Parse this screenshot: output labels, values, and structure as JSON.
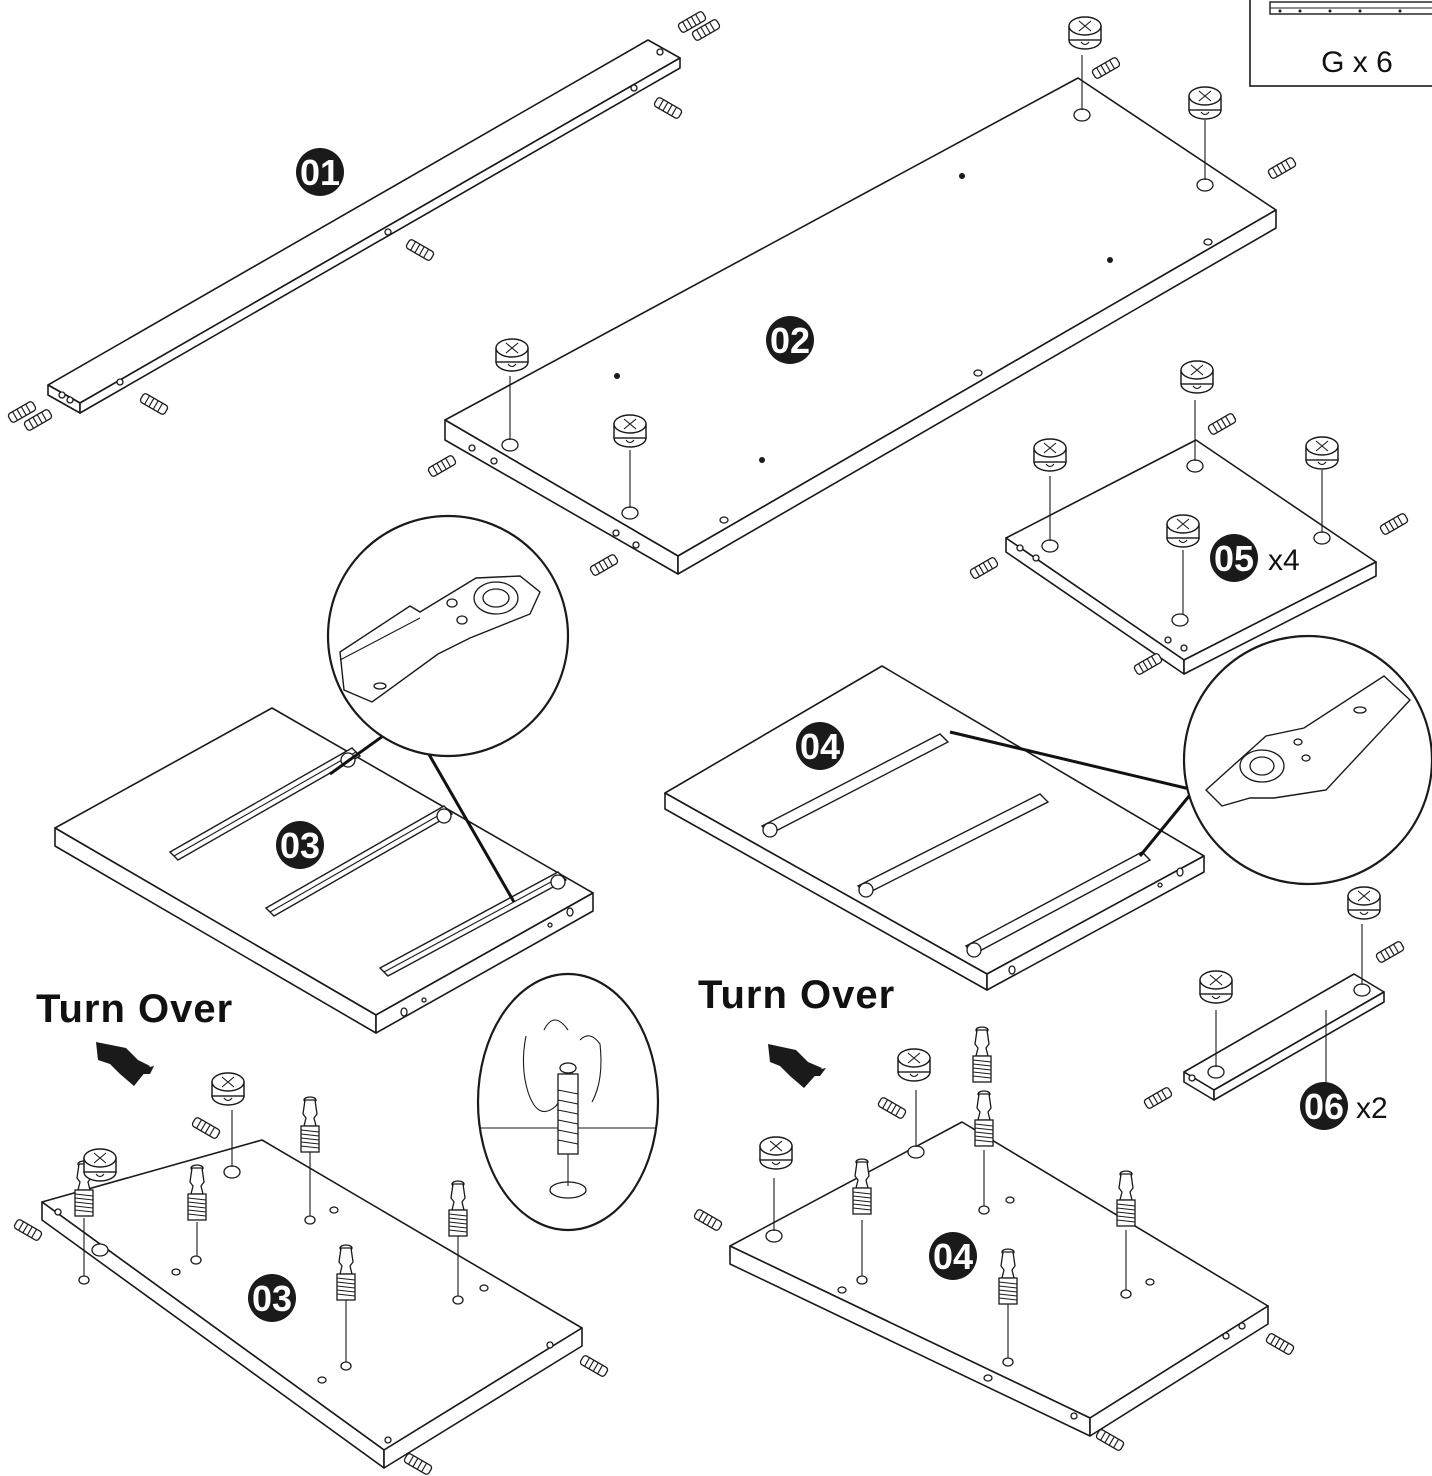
{
  "badges": {
    "panel_01": "01",
    "panel_02": "02",
    "panel_03_top": "03",
    "panel_03_bottom": "03",
    "panel_04_top": "04",
    "panel_04_bottom": "04",
    "panel_05": "05",
    "panel_06": "06"
  },
  "quantities": {
    "panel_05": "x4",
    "panel_06": "x2"
  },
  "turn_over_left": "Turn Over",
  "turn_over_right": "Turn Over",
  "legend": {
    "hardware_g": "G x 6"
  },
  "colors": {
    "ink": "#1a1a1a",
    "badge_fill": "#1a1a1a",
    "badge_text": "#ffffff",
    "background": "#ffffff"
  },
  "icons": {
    "cam-lock": "cam-lock-icon",
    "dowel": "wood-dowel-icon",
    "cam-bolt": "cam-bolt-icon",
    "drawer-slide": "drawer-slide-icon",
    "turn-arrow": "turn-over-arrow-icon"
  }
}
